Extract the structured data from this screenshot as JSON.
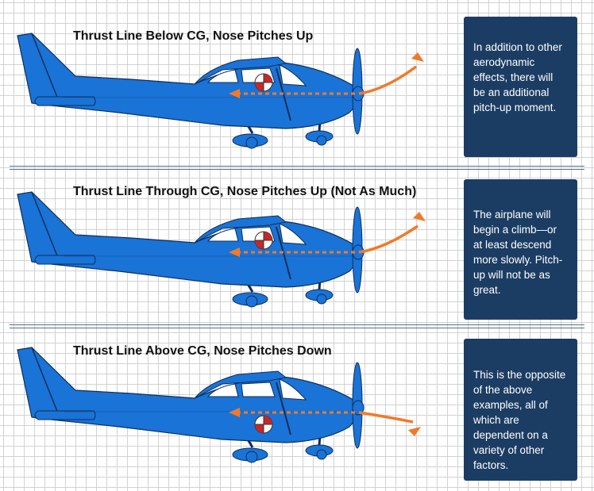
{
  "colors": {
    "airplane_blue": "#1a73d6",
    "outline": "#0d2f5c",
    "thrust_arrow_orange": "#f07a2a",
    "info_box_navy": "#1c3d63",
    "grid_line": "#d2d2d2"
  },
  "panels": [
    {
      "title": "Thrust Line Below CG, Nose Pitches Up",
      "description": "In addition to other aerodynamic effects, there will be an additional pitch-up moment.",
      "icons": [
        "airplane-icon",
        "cg-symbol-icon",
        "thrust-line-arrow-icon",
        "propeller-icon"
      ]
    },
    {
      "title": "Thrust Line Through CG, Nose Pitches Up (Not As Much)",
      "description": "The airplane will begin a climb—or at least descend more slowly. Pitch-up will not be as great.",
      "icons": [
        "airplane-icon",
        "cg-symbol-icon",
        "thrust-line-arrow-icon",
        "propeller-icon"
      ]
    },
    {
      "title": "Thrust Line Above CG, Nose Pitches Down",
      "description": "This is the opposite of the above examples, all of which are dependent on a variety of other factors.",
      "icons": [
        "airplane-icon",
        "cg-symbol-icon",
        "thrust-line-arrow-icon",
        "propeller-icon"
      ]
    }
  ]
}
